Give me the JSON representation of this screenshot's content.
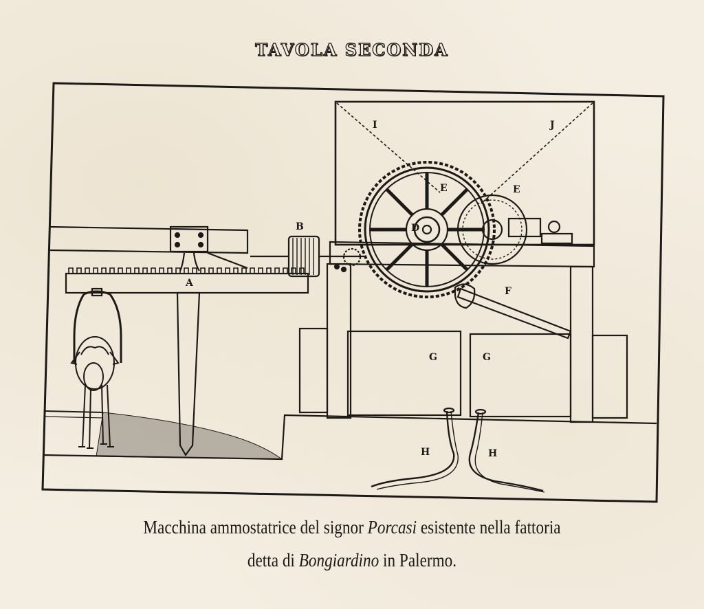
{
  "plate_title": "TAVOLA SECONDA",
  "labels": {
    "A": "A",
    "B": "B",
    "D": "D",
    "E1": "E",
    "E2": "E",
    "F": "F",
    "G1": "G",
    "G2": "G",
    "H1": "H",
    "H2": "H",
    "I": "I",
    "J": "J"
  },
  "caption": {
    "line1_pre": "Macchina ammostatrice del signor ",
    "line1_name": "Porcasi",
    "line1_post": " esistente nella fattoria",
    "line2_pre": "detta di ",
    "line2_place": "Bongiardino",
    "line2_post": " in Palermo."
  }
}
